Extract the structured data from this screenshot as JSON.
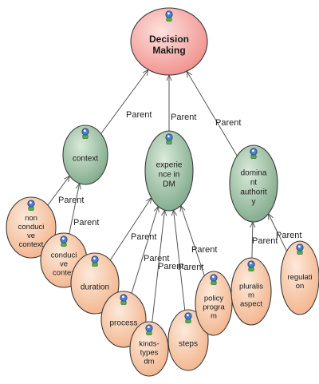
{
  "colors": {
    "root_fill": "#f5a3a0",
    "mid_fill": "#8fb79c",
    "leaf_fill": "#f7c6a5",
    "stroke": "#3b3b3b",
    "edge": "#555555",
    "icon_blue": "#4a7fd1",
    "icon_green": "#4fae4f"
  },
  "nodes": {
    "decision_making": {
      "lines": [
        "Decision",
        "Making"
      ],
      "icon": "entity-icon"
    },
    "context": {
      "lines": [
        "context"
      ],
      "icon": "entity-icon"
    },
    "experience_in_dm": {
      "lines": [
        "experie",
        "nce in",
        "DM"
      ],
      "icon": "entity-icon"
    },
    "dominant_authority": {
      "lines": [
        "domina",
        "nt",
        "authorit",
        "y"
      ],
      "icon": "entity-icon"
    },
    "non_conducive_context": {
      "lines": [
        "non",
        "conduci",
        "ve",
        "context"
      ],
      "icon": "entity-icon"
    },
    "conducive_context": {
      "lines": [
        "conduci",
        "ve",
        "contex"
      ],
      "icon": "entity-icon"
    },
    "duration": {
      "lines": [
        "duration"
      ],
      "icon": "entity-icon"
    },
    "process": {
      "lines": [
        "process"
      ],
      "icon": "entity-icon"
    },
    "kinds_types_dm": {
      "lines": [
        "kinds-",
        "types",
        "dm"
      ],
      "icon": "entity-icon"
    },
    "steps": {
      "lines": [
        "steps"
      ],
      "icon": "entity-icon"
    },
    "policy_program": {
      "lines": [
        "policy",
        "progra",
        "m"
      ],
      "icon": "entity-icon"
    },
    "pluralism_aspect": {
      "lines": [
        "pluralis",
        "m",
        "aspect"
      ],
      "icon": "entity-icon"
    },
    "regulation": {
      "lines": [
        "regulati",
        "on"
      ],
      "icon": "entity-icon"
    }
  },
  "edges": [
    {
      "from": "context",
      "to": "decision_making",
      "label": "Parent"
    },
    {
      "from": "experience_in_dm",
      "to": "decision_making",
      "label": "Parent"
    },
    {
      "from": "dominant_authority",
      "to": "decision_making",
      "label": "Parent"
    },
    {
      "from": "non_conducive_context",
      "to": "context",
      "label": "Parent"
    },
    {
      "from": "conducive_context",
      "to": "context",
      "label": "Parent"
    },
    {
      "from": "duration",
      "to": "experience_in_dm",
      "label": "Parent"
    },
    {
      "from": "process",
      "to": "experience_in_dm",
      "label": "Parent"
    },
    {
      "from": "kinds_types_dm",
      "to": "experience_in_dm",
      "label": "Parent"
    },
    {
      "from": "steps",
      "to": "experience_in_dm",
      "label": "Parent"
    },
    {
      "from": "policy_program",
      "to": "experience_in_dm",
      "label": "Parent"
    },
    {
      "from": "pluralism_aspect",
      "to": "dominant_authority",
      "label": "Parent"
    },
    {
      "from": "regulation",
      "to": "dominant_authority",
      "label": "Parent"
    }
  ]
}
